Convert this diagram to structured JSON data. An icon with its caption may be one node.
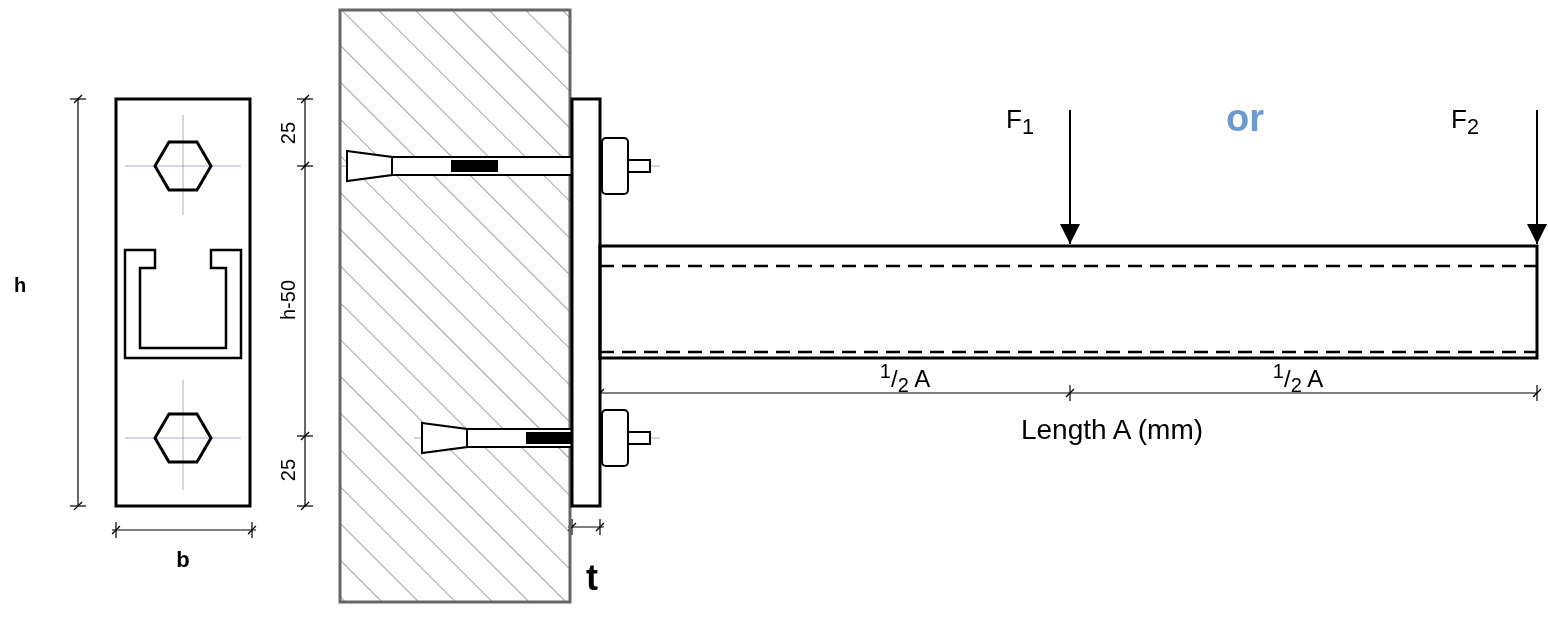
{
  "diagram": {
    "labels": [
      "h",
      "b",
      "25",
      "h-50",
      "25",
      "t",
      "F$_{1}$",
      "or",
      "F$_{2}$",
      "$^{1}$/$_{2}$ A",
      "$^{1}$/$_{2}$ A",
      "Length A (mm)"
    ]
  }
}
